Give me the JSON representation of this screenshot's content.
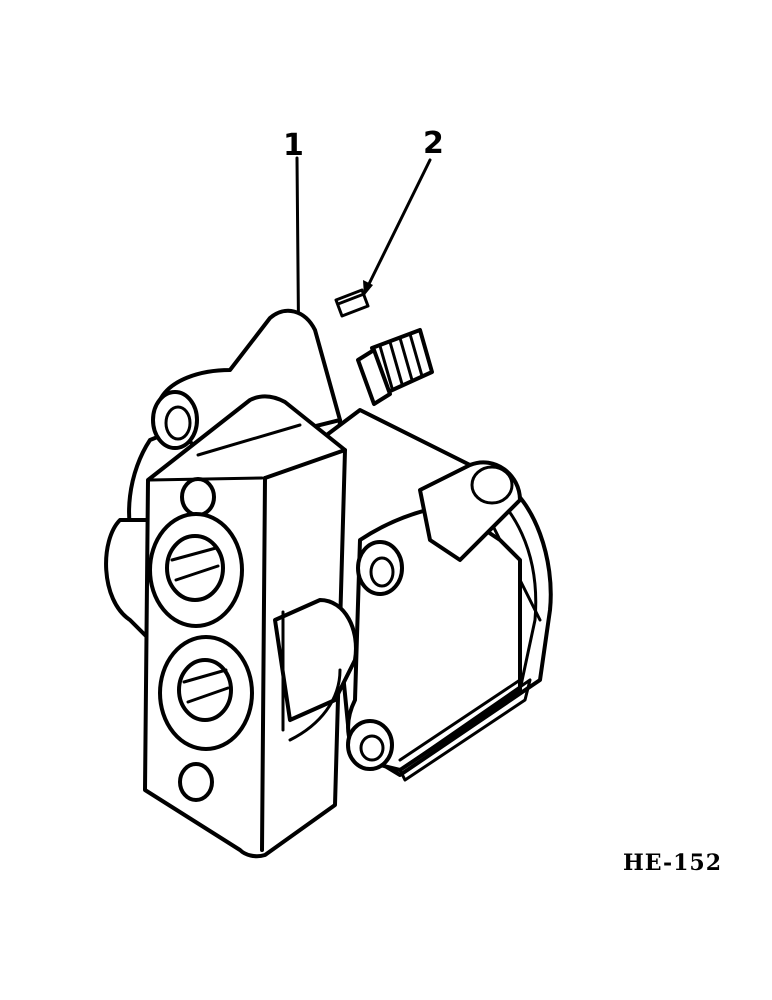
{
  "callouts": [
    {
      "number": "1",
      "part": "pump-assembly"
    },
    {
      "number": "2",
      "part": "key"
    }
  ],
  "reference_code": "HE-152"
}
